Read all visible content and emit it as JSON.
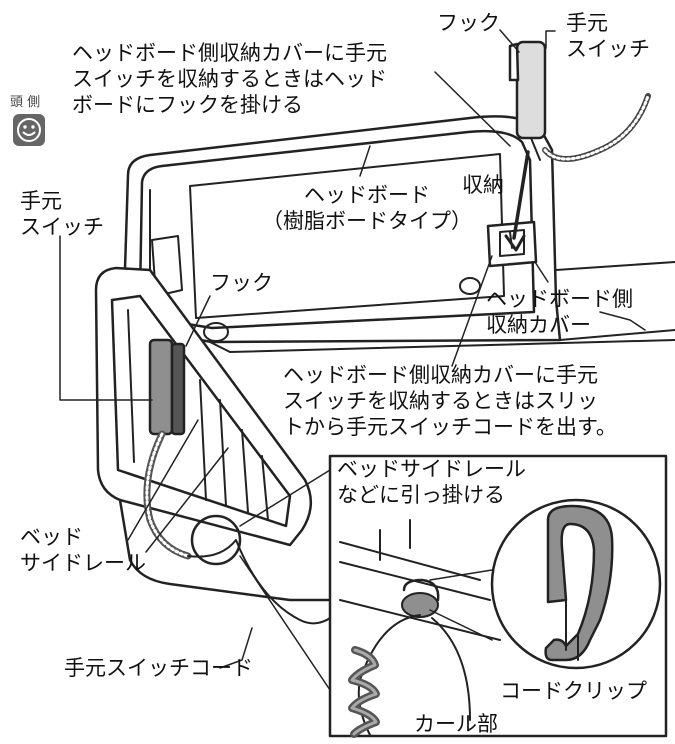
{
  "labels": {
    "hook_top": "フック",
    "switch_top": "手元\nスイッチ",
    "note_hook": "ヘッドボード側収納カバーに手元\nスイッチを収納するときはヘッド\nボードにフックを掛ける",
    "head_side": "頭 側",
    "headboard": "ヘッドボード\n（樹脂ボードタイプ）",
    "storage": "収納",
    "switch_left": "手元\nスイッチ",
    "hook_mid": "フック",
    "cover": "ヘッドボード側\n収納カバー",
    "note_slit": "ヘッドボード側収納カバーに手元\nスイッチを収納するときはスリッ\nトから手元スイッチコードを出す。",
    "hang_rail": "ベッドサイドレール\nなどに引っ掛ける",
    "side_rail": "ベッド\nサイドレール",
    "cord": "手元スイッチコード",
    "cord_clip": "コードクリップ",
    "curl": "カール部"
  },
  "colors": {
    "line": "#222222",
    "gray_fill": "#8f8f8f",
    "dark_fill": "#555555",
    "light_gray": "#d6d6d6"
  },
  "icons": {
    "head_face": "smiley-face-icon",
    "arrow": "down-arrow-icon"
  }
}
